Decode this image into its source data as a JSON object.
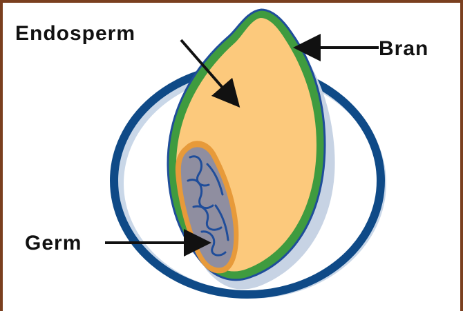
{
  "labels": {
    "endosperm": "Endosperm",
    "bran": "Bran",
    "germ": "Germ"
  },
  "colors": {
    "frame": "#7a3f1f",
    "ring": "#0f4a87",
    "ring_shadow": "#c9d7e8",
    "bran": "#3f9b3f",
    "endosperm": "#fcc97c",
    "germ_outline": "#e79a3a",
    "germ_fill": "#8f8ea0",
    "germ_lines": "#1f4d9a",
    "arrow": "#111111"
  }
}
